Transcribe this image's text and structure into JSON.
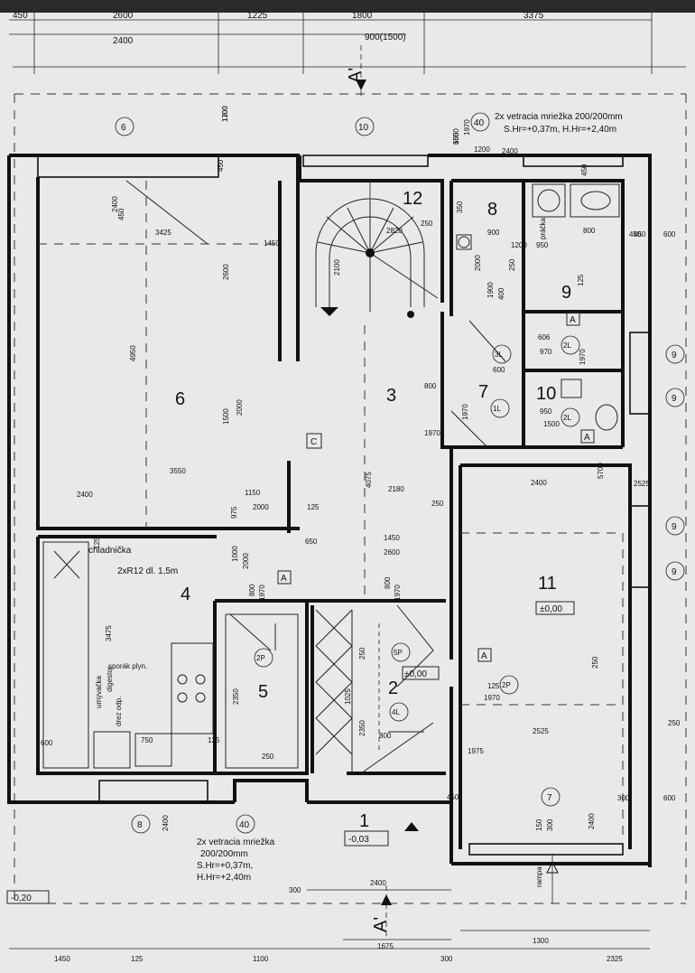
{
  "top_dimensions": {
    "row1": [
      "450",
      "2600",
      "1225",
      "1800",
      "3375"
    ],
    "row2": [
      "2400",
      "900(1500)"
    ]
  },
  "section_marks": {
    "top": "A'",
    "bottom": "A'"
  },
  "vent_note_top": {
    "line1": "2x vetracia mriežka 200/200mm",
    "line2": "S.Hr=+0,37m, H.Hr=+2,40m"
  },
  "vent_note_bottom": {
    "line1": "2x vetracia mriežka",
    "line2": "200/200mm",
    "line3": "S.Hr=+0,37m,",
    "line4": "H.Hr=+2,40m"
  },
  "rooms": [
    {
      "number": "1",
      "level": "-0,03"
    },
    {
      "number": "2"
    },
    {
      "number": "3"
    },
    {
      "number": "4"
    },
    {
      "number": "5"
    },
    {
      "number": "6"
    },
    {
      "number": "7"
    },
    {
      "number": "8"
    },
    {
      "number": "9"
    },
    {
      "number": "10"
    },
    {
      "number": "11",
      "level": "±0,00"
    },
    {
      "number": "12"
    }
  ],
  "level_hall": "±0,00",
  "level_outside": "-0,20",
  "circle_labels": [
    "6",
    "10",
    "40",
    "8",
    "40",
    "7",
    "9",
    "9",
    "9",
    "9",
    "2P",
    "5P",
    "4L",
    "3L",
    "1L",
    "2L",
    "2L",
    "2P"
  ],
  "door_tags": [
    "A",
    "A",
    "A",
    "A",
    "C"
  ],
  "kitchen_labels": {
    "fridge": "chladnička",
    "radiator": "2xR12 dl. 1,5m",
    "stove": "sporák plyn.",
    "hood": "digestor",
    "sink": "umývačka",
    "drain": "drez odp.",
    "washer": "práčka"
  },
  "ramp_label": "rampa",
  "dimensions": [
    "1300",
    "600",
    "450",
    "450",
    "450",
    "600",
    "450",
    "2400",
    "3425",
    "2600",
    "4950",
    "1500",
    "2000",
    "3550",
    "2400",
    "1150",
    "2000",
    "975",
    "125",
    "2000",
    "1000",
    "650",
    "1450",
    "2600",
    "250",
    "800",
    "1970",
    "800",
    "1970",
    "4075",
    "2180",
    "125",
    "3475",
    "125",
    "250",
    "2350",
    "1025",
    "250",
    "2350",
    "800",
    "750",
    "1975",
    "2400",
    "250",
    "2525",
    "5700",
    "2525",
    "250",
    "450",
    "600",
    "300",
    "150",
    "300",
    "2400",
    "2400",
    "300",
    "1675",
    "300",
    "1450",
    "125",
    "1100",
    "1300",
    "2325",
    "2400",
    "350",
    "900",
    "1200",
    "950",
    "800",
    "125",
    "1450",
    "2820",
    "250",
    "2100",
    "250",
    "2000",
    "1900",
    "400",
    "606",
    "970",
    "600",
    "1970",
    "950",
    "1500",
    "1970",
    "800",
    "1970",
    "125",
    "1970",
    "600",
    "1970",
    "450",
    "1200",
    "2400",
    "1700",
    "1550"
  ]
}
